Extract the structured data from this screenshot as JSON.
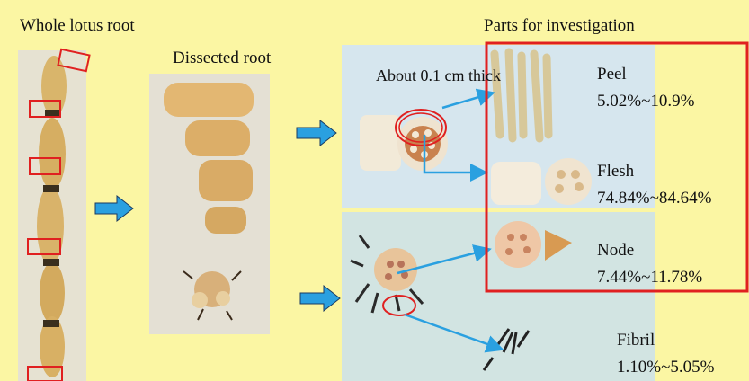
{
  "headings": {
    "whole": "Whole lotus root",
    "dissected": "Dissected root",
    "parts": "Parts for investigation"
  },
  "callout": "About 0.1 cm thick",
  "parts": [
    {
      "name": "Peel",
      "range": "5.02%~10.9%"
    },
    {
      "name": "Flesh",
      "range": "74.84%~84.64%"
    },
    {
      "name": "Node",
      "range": "7.44%~11.78%"
    },
    {
      "name": "Fibril",
      "range": "1.10%~5.05%"
    }
  ],
  "colors": {
    "background": "#fbf6a3",
    "arrow": "#2aa0e0",
    "highlight": "#e02020"
  }
}
